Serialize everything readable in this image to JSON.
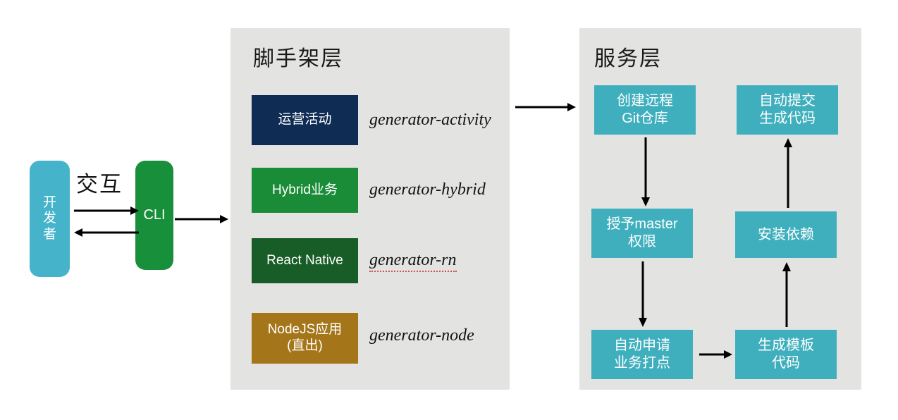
{
  "diagram": {
    "actors": {
      "developer": {
        "label": "开\n发\n者",
        "color": "#45B4CB"
      },
      "cli": {
        "label": "CLI",
        "color": "#188F3B"
      },
      "interaction_label": "交互"
    },
    "panels": {
      "scaffold": {
        "title": "脚手架层",
        "background": "#E3E3E1",
        "generators": [
          {
            "box_label": "运营活动",
            "package": "generator-activity",
            "color": "#0E2C54",
            "misspelled": false
          },
          {
            "box_label": "Hybrid业务",
            "package": "generator-hybrid",
            "color": "#1A8C38",
            "misspelled": false
          },
          {
            "box_label": "React Native",
            "package": "generator-rn",
            "color": "#185C27",
            "misspelled": true
          },
          {
            "box_label": "NodeJS应用\n(直出)",
            "package": "generator-node",
            "color": "#A5751A",
            "misspelled": false
          }
        ]
      },
      "service": {
        "title": "服务层",
        "background": "#E3E3E1",
        "node_color": "#3FAFBE",
        "steps": [
          {
            "id": "create-repo",
            "label": "创建远程\nGit仓库"
          },
          {
            "id": "grant-master",
            "label": "授予master\n权限"
          },
          {
            "id": "apply-tracking",
            "label": "自动申请\n业务打点"
          },
          {
            "id": "generate-template",
            "label": "生成模板\n代码"
          },
          {
            "id": "install-deps",
            "label": "安装依赖"
          },
          {
            "id": "auto-commit",
            "label": "自动提交\n生成代码"
          }
        ],
        "flow": [
          "create-repo -> grant-master",
          "grant-master -> apply-tracking",
          "apply-tracking -> generate-template",
          "generate-template -> install-deps",
          "install-deps -> auto-commit"
        ]
      }
    },
    "connectors": {
      "dev_to_cli": "developer → CLI",
      "cli_to_dev": "CLI → developer",
      "cli_to_scaffold": "CLI → 脚手架层",
      "scaffold_to_service": "脚手架层 → 服务层"
    }
  }
}
